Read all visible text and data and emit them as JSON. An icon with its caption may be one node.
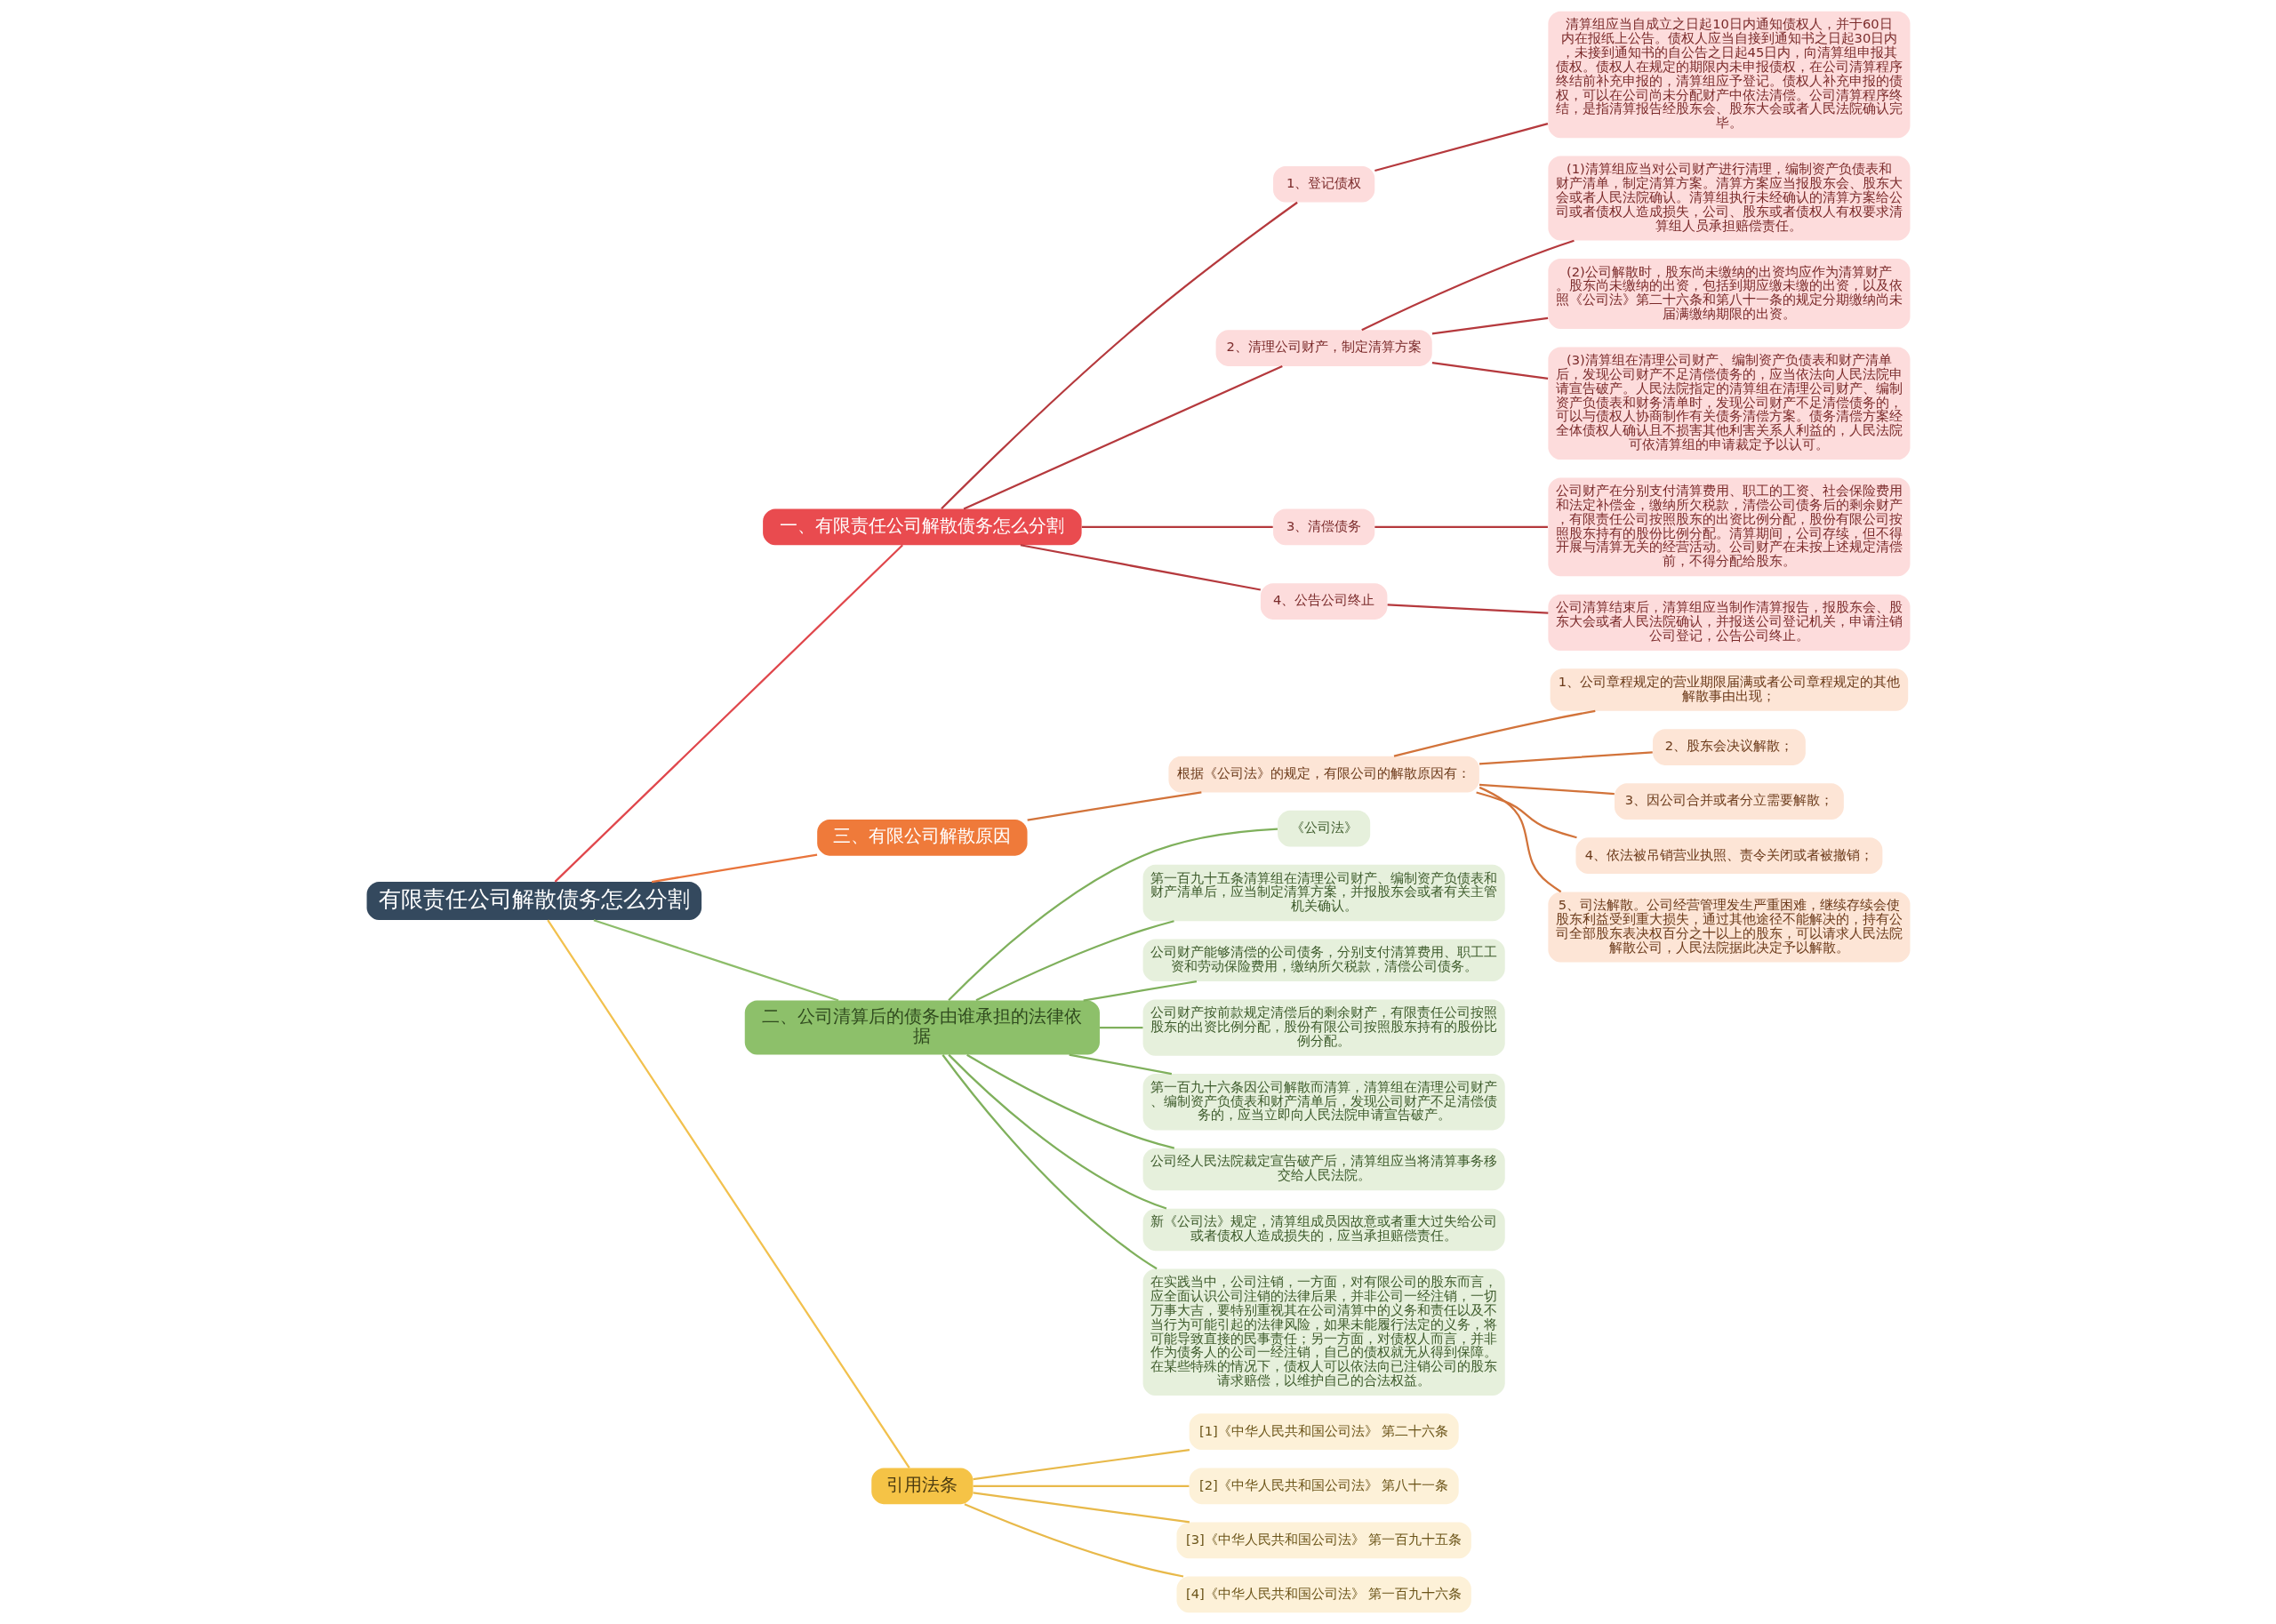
{
  "diagram": {
    "nodes": [
      {
        "text": [
          "有限责任公司解散债务怎么分割"
        ]
      },
      {
        "text": [
          "一、有限责任公司解散债务怎么分割"
        ]
      },
      {
        "text": [
          "1、登记债权"
        ]
      },
      {
        "text": [
          "清算组应当自成立之日起10日内通知债权人，并于60日内在报纸上公告。债权人应当自接到通知书之日起30日内，未接到通知书的自公告之日起45日内，向清算组申报其债权。债权人在规定的期限内未申报债权，在公司清算程序终结前补充申报的，清算组应予登记。债权人补充申报的债权，可以在公司尚未分配财产中依法清偿。公司清算程序终结，是指清算报告经股东会、股东大会或者人民法院确认完毕。"
        ]
      },
      {
        "text": [
          "2、清理公司财产，制定清算方案"
        ]
      },
      {
        "text": [
          "(1)清算组应当对公司财产进行清理，编制资产负债表和财产清单，制定清算方案。清算方案应当报股东会、股东大会或者人民法院确认。清算组执行未经确认的清算方案给公司或者债权人造成损失，公司、股东或者债权人有权要求清算组人员承担赔偿责任。"
        ]
      },
      {
        "text": [
          "(2)公司解散时，股东尚未缴纳的出资均应作为清算财产。股东尚未缴纳的出资，包括到期应缴未缴的出资，以及依照《公司法》第二十六条和第八十一条的规定分期缴纳尚未届满缴纳期限的出资。"
        ]
      },
      {
        "text": [
          "(3)清算组在清理公司财产、编制资产负债表和财产清单后，发现公司财产不足清偿债务的，应当依法向人民法院申请宣告破产。人民法院指定的清算组在清理公司财产、编制资产负债表和财务清单时，发现公司财产不足清偿债务的，可以与债权人协商制作有关债务清偿方案。债务清偿方案经全体债权人确认且不损害其他利害关系人利益的，人民法院可依清算组的申请裁定予以认可。"
        ]
      },
      {
        "text": [
          "3、清偿债务"
        ]
      },
      {
        "text": [
          "公司财产在分别支付清算费用、职工的工资、社会保险费用和法定补偿金，缴纳所欠税款，清偿公司债务后的剩余财产，有限责任公司按照股东的出资比例分配，股份有限公司按照股东持有的股份比例分配。清算期间，公司存续，但不得开展与清算无关的经营活动。公司财产在未按上述规定清偿前，不得分配给股东。"
        ]
      },
      {
        "text": [
          "4、公告公司终止"
        ]
      },
      {
        "text": [
          "公司清算结束后，清算组应当制作清算报告，报股东会、股东大会或者人民法院确认，并报送公司登记机关，申请注销公司登记，公告公司终止。"
        ]
      },
      {
        "text": [
          "三、有限公司解散原因"
        ]
      },
      {
        "text": [
          "根据《公司法》的规定，有限公司的解散原因有："
        ]
      },
      {
        "text": [
          "1、公司章程规定的营业期限届满或者公司章程规定的其他解散事由出现；"
        ]
      },
      {
        "text": [
          "2、股东会决议解散；"
        ]
      },
      {
        "text": [
          "3、因公司合并或者分立需要解散；"
        ]
      },
      {
        "text": [
          "4、依法被吊销营业执照、责令关闭或者被撤销；"
        ]
      },
      {
        "text": [
          "5、司法解散。公司经营管理发生严重困难，继续存续会使股东利益受到重大损失，通过其他途径不能解决的，持有公司全部股东表决权百分之十以上的股东，可以请求人民法院解散公司，人民法院据此决定予以解散。"
        ]
      },
      {
        "text": [
          "二、公司清算后的债务由谁承担的法律依据"
        ]
      },
      {
        "text": [
          "《公司法》"
        ]
      },
      {
        "text": [
          "第一百九十五条清算组在清理公司财产、编制资产负债表和财产清单后，应当制定清算方案，并报股东会或者有关主管机关确认。"
        ]
      },
      {
        "text": [
          "公司财产能够清偿的公司债务，分别支付清算费用、职工工资和劳动保险费用，缴纳所欠税款，清偿公司债务。"
        ]
      },
      {
        "text": [
          "公司财产按前款规定清偿后的剩余财产，有限责任公司按照股东的出资比例分配，股份有限公司按照股东持有的股份比例分配。"
        ]
      },
      {
        "text": [
          "第一百九十六条因公司解散而清算，清算组在清理公司财产、编制资产负债表和财产清单后，发现公司财产不足清偿债务的，应当立即向人民法院申请宣告破产。"
        ]
      },
      {
        "text": [
          "公司经人民法院裁定宣告破产后，清算组应当将清算事务移交给人民法院。"
        ]
      },
      {
        "text": [
          "新《公司法》规定，清算组成员因故意或者重大过失给公司或者债权人造成损失的，应当承担赔偿责任。"
        ]
      },
      {
        "text": [
          "在实践当中，公司注销，一方面，对有限公司的股东而言，应全面认识公司注销的法律后果，并非公司一经注销，一切万事大吉，要特别重视其在公司清算中的义务和责任以及不当行为可能引起的法律风险，如果未能履行法定的义务，将可能导致直接的民事责任；另一方面，对债权人而言，并非作为债务人的公司一经注销，自己的债权就无从得到保障。在某些特殊的情况下，债权人可以依法向已注销公司的股东请求赔偿，以维护自己的合法权益。"
        ]
      },
      {
        "text": [
          "引用法条"
        ]
      },
      {
        "text": [
          "[1]《中华人民共和国公司法》 第二十六条"
        ]
      },
      {
        "text": [
          "[2]《中华人民共和国公司法》 第八十一条"
        ]
      },
      {
        "text": [
          "[3]《中华人民共和国公司法》 第一百九十五条"
        ]
      },
      {
        "text": [
          "[4]《中华人民共和国公司法》 第一百九十六条"
        ]
      }
    ],
    "edges": [
      {
        "from": 0,
        "to": 1,
        "arrow": "none",
        "color": "#e0474c"
      },
      {
        "from": 1,
        "to": 2,
        "arrow": "none",
        "color": "#b5393d"
      },
      {
        "from": 2,
        "to": 3,
        "arrow": "none",
        "color": "#b5393d"
      },
      {
        "from": 1,
        "to": 4,
        "arrow": "none",
        "color": "#b5393d"
      },
      {
        "from": 4,
        "to": 5,
        "arrow": "none",
        "color": "#b5393d"
      },
      {
        "from": 4,
        "to": 6,
        "arrow": "none",
        "color": "#b5393d"
      },
      {
        "from": 4,
        "to": 7,
        "arrow": "none",
        "color": "#b5393d"
      },
      {
        "from": 1,
        "to": 8,
        "arrow": "none",
        "color": "#b5393d"
      },
      {
        "from": 8,
        "to": 9,
        "arrow": "none",
        "color": "#b5393d"
      },
      {
        "from": 1,
        "to": 10,
        "arrow": "none",
        "color": "#b5393d"
      },
      {
        "from": 10,
        "to": 11,
        "arrow": "none",
        "color": "#b5393d"
      },
      {
        "from": 0,
        "to": 12,
        "arrow": "none",
        "color": "#e8743b"
      },
      {
        "from": 12,
        "to": 13,
        "arrow": "none",
        "color": "#d2733a"
      },
      {
        "from": 13,
        "to": 14,
        "arrow": "none",
        "color": "#d2733a"
      },
      {
        "from": 13,
        "to": 15,
        "arrow": "none",
        "color": "#d2733a"
      },
      {
        "from": 13,
        "to": 16,
        "arrow": "none",
        "color": "#d2733a"
      },
      {
        "from": 13,
        "to": 17,
        "arrow": "none",
        "color": "#d2733a"
      },
      {
        "from": 13,
        "to": 18,
        "arrow": "none",
        "color": "#d2733a"
      },
      {
        "from": 0,
        "to": 19,
        "arrow": "none",
        "color": "#8dbd6a"
      },
      {
        "from": 19,
        "to": 20,
        "arrow": "none",
        "color": "#7fb05c"
      },
      {
        "from": 19,
        "to": 21,
        "arrow": "none",
        "color": "#7fb05c"
      },
      {
        "from": 19,
        "to": 22,
        "arrow": "none",
        "color": "#7fb05c"
      },
      {
        "from": 19,
        "to": 23,
        "arrow": "none",
        "color": "#7fb05c"
      },
      {
        "from": 19,
        "to": 24,
        "arrow": "none",
        "color": "#7fb05c"
      },
      {
        "from": 19,
        "to": 25,
        "arrow": "none",
        "color": "#7fb05c"
      },
      {
        "from": 19,
        "to": 26,
        "arrow": "none",
        "color": "#7fb05c"
      },
      {
        "from": 19,
        "to": 27,
        "arrow": "none",
        "color": "#7fb05c"
      },
      {
        "from": 0,
        "to": 28,
        "arrow": "none",
        "color": "#f2c14e"
      },
      {
        "from": 28,
        "to": 29,
        "arrow": "none",
        "color": "#e8b94a"
      },
      {
        "from": 28,
        "to": 30,
        "arrow": "none",
        "color": "#e8b94a"
      },
      {
        "from": 28,
        "to": 31,
        "arrow": "none",
        "color": "#e8b94a"
      },
      {
        "from": 28,
        "to": 32,
        "arrow": "none",
        "color": "#e8b94a"
      }
    ]
  }
}
